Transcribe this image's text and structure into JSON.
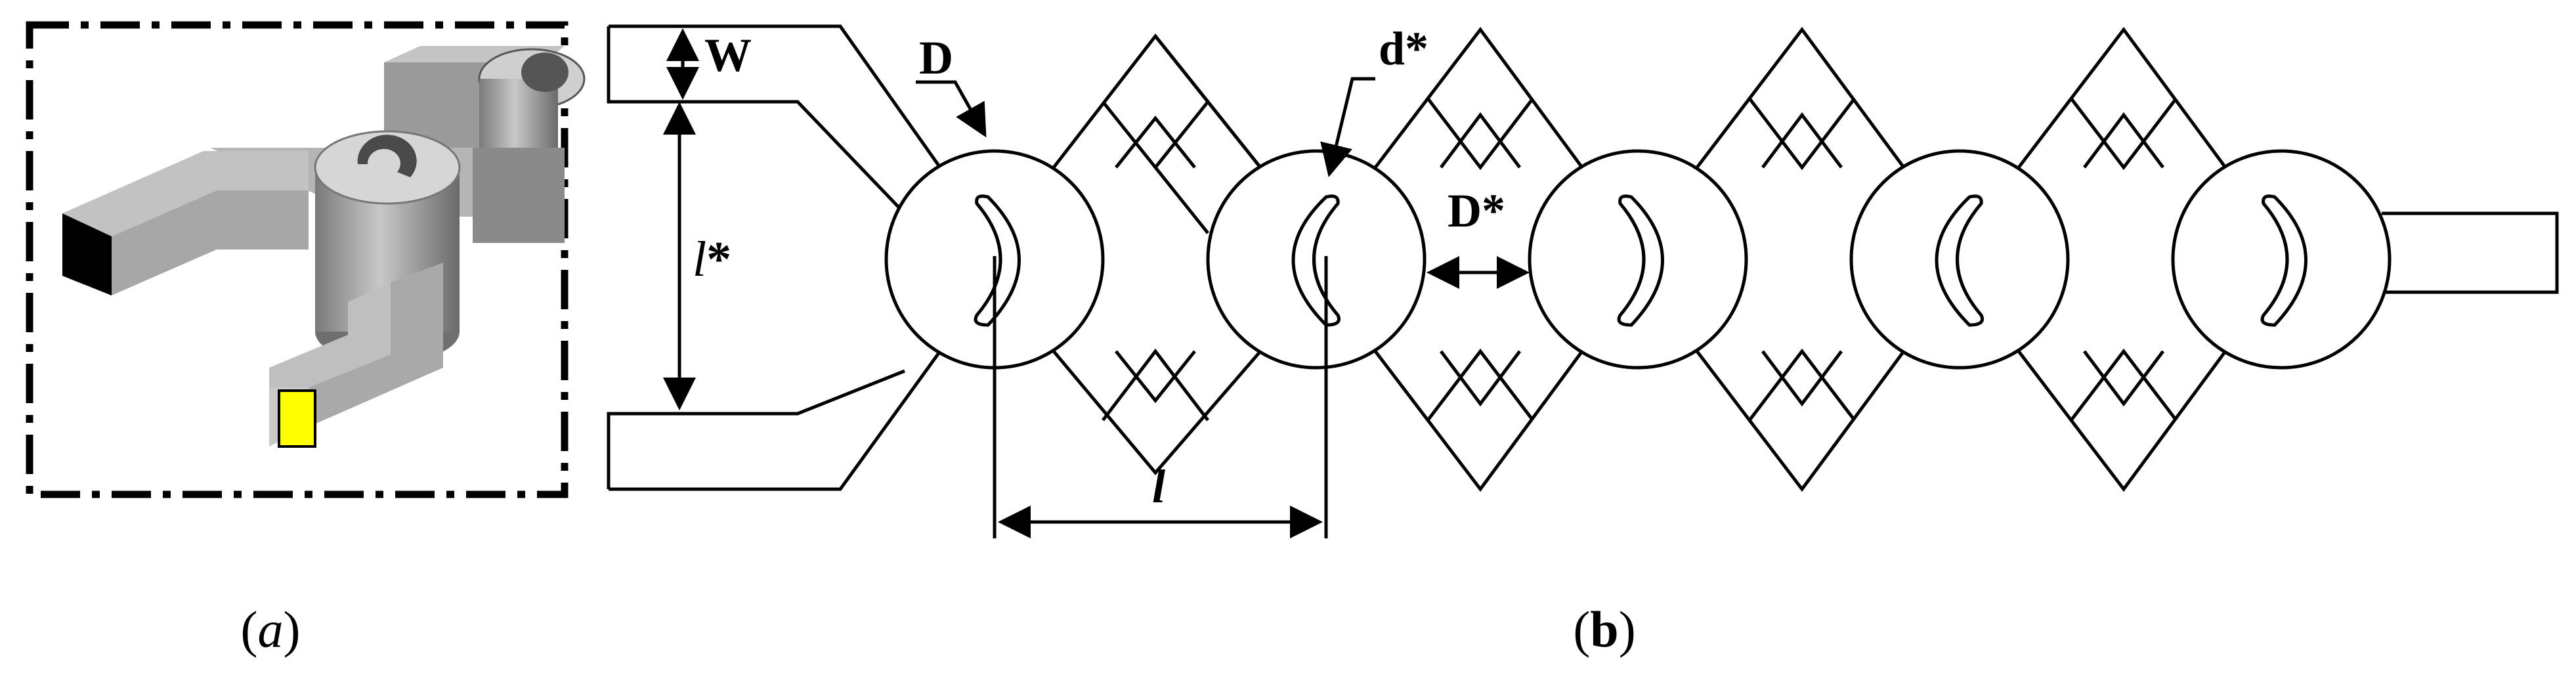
{
  "panel_a": {
    "caption_open": "(",
    "caption_letter": "a",
    "caption_close": ")"
  },
  "panel_b": {
    "caption_open": "(",
    "caption_letter": "b",
    "caption_close": ")",
    "labels": {
      "W": "W",
      "D": "D",
      "d_star": "d*",
      "l_star_l": "l",
      "l_star_star": "*",
      "D_star": "D*",
      "l": "l"
    }
  },
  "colors": {
    "line": "#000000",
    "port_face": "#ffff00",
    "port_face_dark": "#000000"
  },
  "icons": [
    "cylinder-3d-model",
    "connector-bar"
  ]
}
